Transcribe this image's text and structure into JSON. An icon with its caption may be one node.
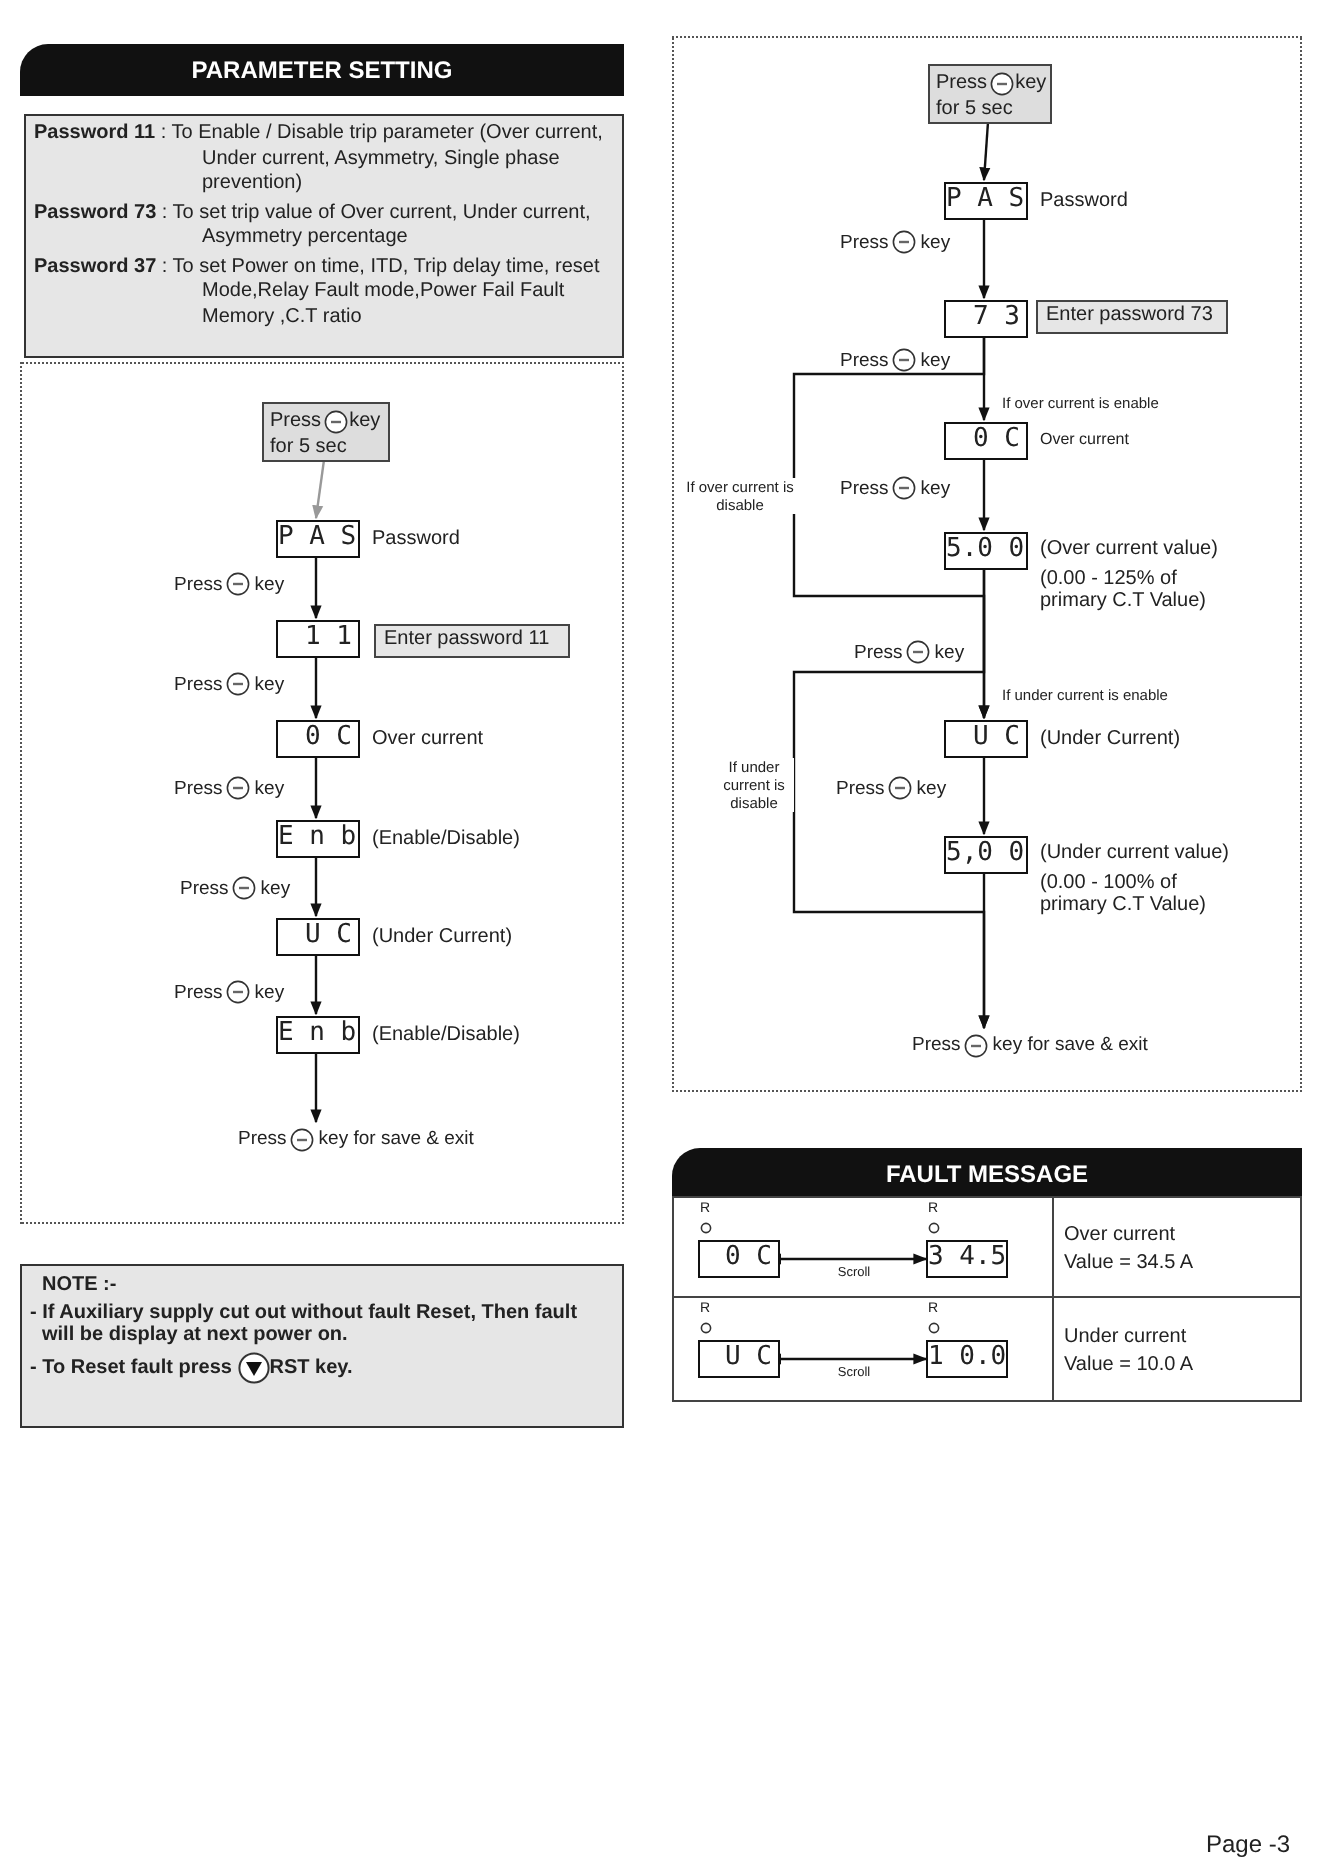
{
  "diagram": {
    "nodes": [
      {
        "text": [
          "PARAMETER SETTING"
        ]
      },
      {
        "text": [
          "**Password 11** : To Enable / Disable trip parameter (Over current, Under current, Asymmetry, Single phase prevention)",
          "**Password 73** : To set trip value of Over current, Under current, Asymmetry percentage",
          "**Password 37** : To set  Power on time, ITD, Trip delay time, reset Mode,Relay Fault mode,Power Fail Fault Memory ,C.T ratio"
        ]
      },
      {
        "text": [],
        "shape": "box"
      },
      {
        "text": [
          "Press key for 5 sec"
        ],
        "in": 2
      },
      {
        "text": [
          "P A S"
        ],
        "in": 2,
        "beside": [
          "Password"
        ]
      },
      {
        "text": [
          "1 1"
        ],
        "in": 2
      },
      {
        "text": [
          "Enter password 11"
        ],
        "in": 2
      },
      {
        "text": [
          "0 C"
        ],
        "in": 2,
        "beside": [
          "Over current"
        ]
      },
      {
        "text": [
          "E n b"
        ],
        "in": 2,
        "beside": [
          "(Enable/Disable)"
        ]
      },
      {
        "text": [
          "U C"
        ],
        "in": 2,
        "beside": [
          "(Under Current)"
        ]
      },
      {
        "text": [
          "E n b"
        ],
        "in": 2,
        "beside": [
          "(Enable/Disable)"
        ]
      },
      {
        "text": [
          "Press key for save & exit"
        ],
        "in": 2
      },
      {
        "text": [
          "NOTE :-",
          "- If Auxiliary supply cut out  without fault Reset, Then fault will be display at next power on.",
          "- To Reset fault press RST key."
        ]
      },
      {
        "text": [],
        "shape": "box"
      },
      {
        "text": [
          "Press key for 5 sec"
        ],
        "in": 13
      },
      {
        "text": [
          "P A S"
        ],
        "in": 13,
        "beside": [
          "Password"
        ]
      },
      {
        "text": [
          "7 3"
        ],
        "in": 13
      },
      {
        "text": [
          "Enter password 73"
        ],
        "in": 13
      },
      {
        "text": [
          "0 C"
        ],
        "in": 13,
        "beside": [
          "Over current"
        ]
      },
      {
        "text": [
          "5.0 0"
        ],
        "in": 13,
        "beside": [
          "(Over current value)",
          "(0.00 - 125% of primary C.T Value)"
        ]
      },
      {
        "text": [
          "U C"
        ],
        "in": 13,
        "beside": [
          "(Under Current)"
        ]
      },
      {
        "text": [
          "5,0 0"
        ],
        "in": 13,
        "beside": [
          "(Under current value)",
          "(0.00 - 100% of primary C.T Value)"
        ]
      },
      {
        "text": [
          "Press key for save & exit"
        ],
        "in": 13
      },
      {
        "text": [
          "FAULT MESSAGE"
        ]
      },
      {
        "text": [
          "0 C"
        ]
      },
      {
        "text": [
          "3 4.5"
        ]
      },
      {
        "text": [
          "U C"
        ]
      },
      {
        "text": [
          "1 0.0"
        ]
      }
    ],
    "edges": [
      {
        "from": 3,
        "to": 4,
        "arrow": "to",
        "color": "#999999"
      },
      {
        "from": 4,
        "to": 5,
        "arrow": "to",
        "label": "Press key"
      },
      {
        "from": 5,
        "to": 7,
        "arrow": "to",
        "label": "Press key"
      },
      {
        "from": 7,
        "to": 8,
        "arrow": "to",
        "label": "Press key"
      },
      {
        "from": 8,
        "to": 9,
        "arrow": "to",
        "label": "Press key"
      },
      {
        "from": 9,
        "to": 10,
        "arrow": "to",
        "label": "Press key"
      },
      {
        "from": 10,
        "to": 11,
        "arrow": "to"
      },
      {
        "from": 14,
        "to": 15,
        "arrow": "to"
      },
      {
        "from": 15,
        "to": 16,
        "arrow": "to",
        "label": "Press key"
      },
      {
        "from": 16,
        "to": 18,
        "arrow": "to",
        "label": "If over current is enable"
      },
      {
        "from": 16,
        "to": 20,
        "arrow": "to",
        "label": "If over current is disable"
      },
      {
        "from": 18,
        "to": 19,
        "arrow": "to",
        "label": "Press key"
      },
      {
        "from": 19,
        "to": 20,
        "arrow": "to",
        "label": "If under current is enable"
      },
      {
        "from": 19,
        "to": 22,
        "arrow": "to",
        "label": "If under current is disable"
      },
      {
        "from": 20,
        "to": 21,
        "arrow": "to",
        "label": "Press key"
      },
      {
        "from": 21,
        "to": 22,
        "arrow": "to"
      },
      {
        "from": 24,
        "to": 25,
        "arrow": "both",
        "label": "Scroll"
      },
      {
        "from": 26,
        "to": 27,
        "arrow": "both",
        "label": "Scroll"
      }
    ],
    "labels": [
      "Press key",
      "Press key",
      "R",
      "R",
      "Over current",
      "Value = 34.5 A",
      "R",
      "R",
      "Under current",
      "Value = 10.0 A",
      "Page -3"
    ]
  }
}
